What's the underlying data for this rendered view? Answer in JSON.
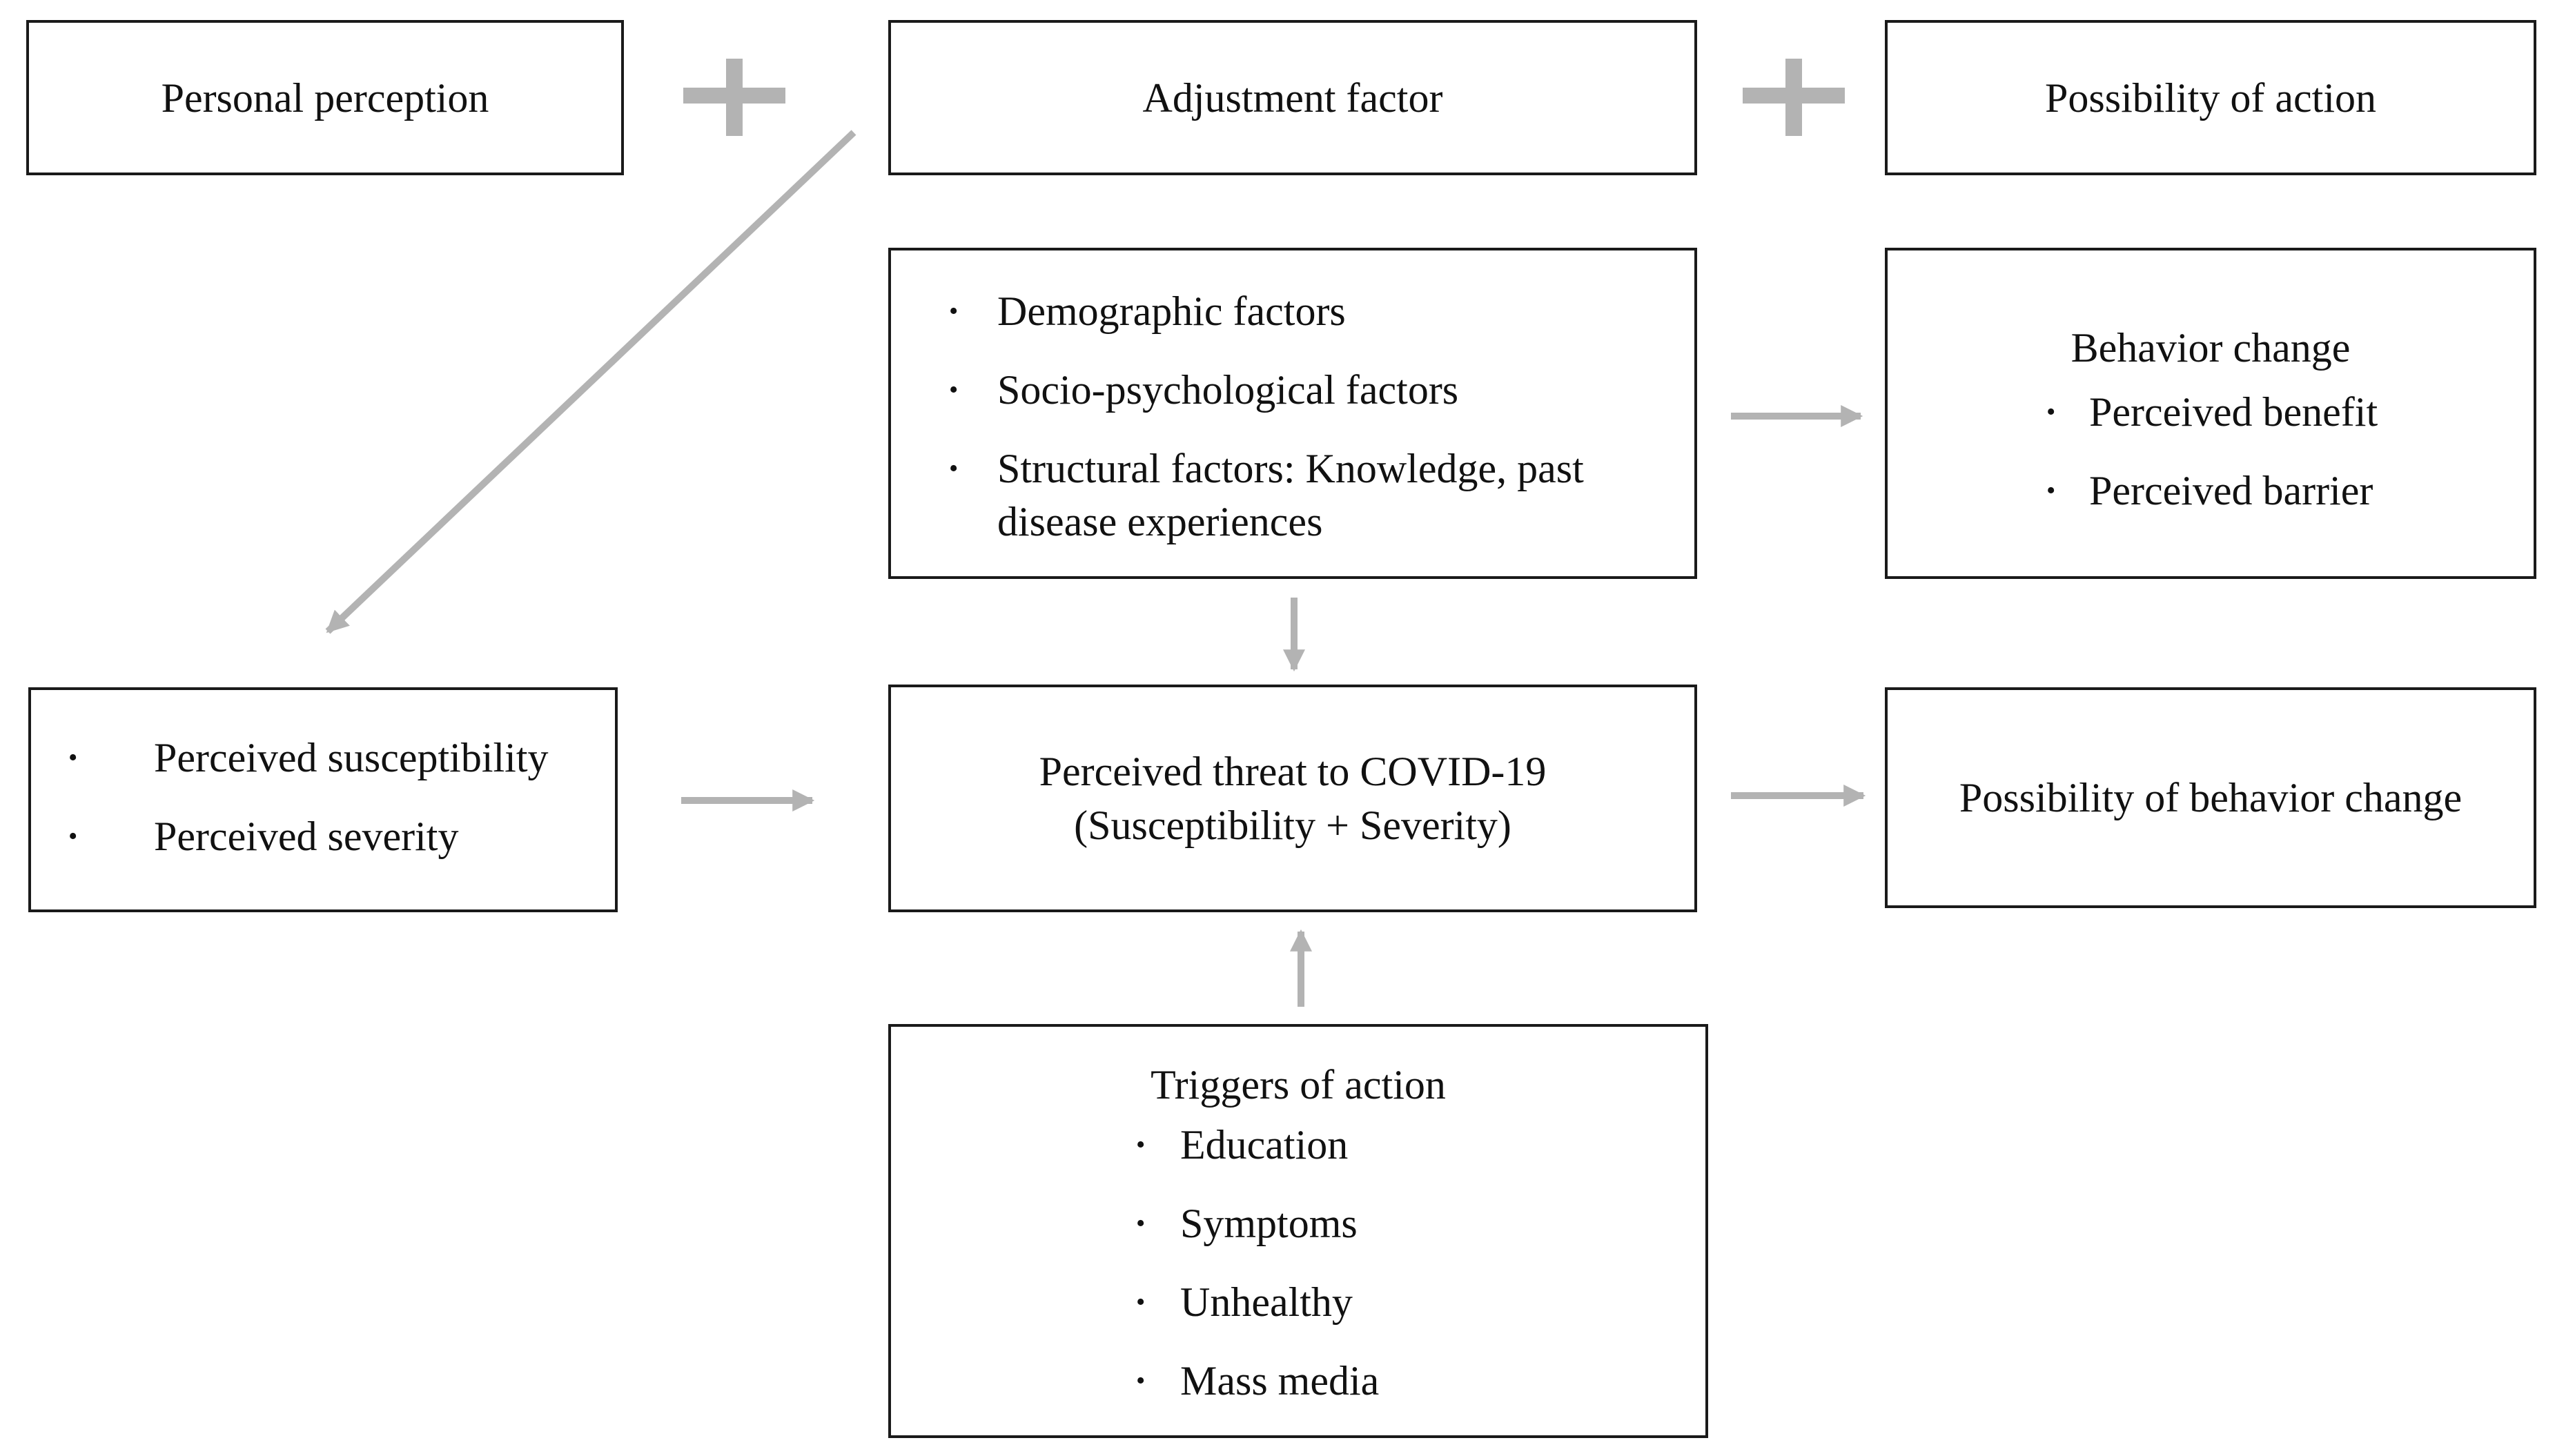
{
  "headers": {
    "personal_perception": "Personal perception",
    "adjustment_factor": "Adjustment factor",
    "possibility_of_action": "Possibility of action"
  },
  "adjustment_factors": {
    "items": [
      "Demographic factors",
      "Socio-psychological factors",
      "Structural factors: Knowledge, past disease experiences"
    ]
  },
  "behavior_change": {
    "title": "Behavior change",
    "items": [
      "Perceived benefit",
      "Perceived barrier"
    ]
  },
  "perceptions": {
    "items": [
      "Perceived susceptibility",
      "Perceived severity"
    ]
  },
  "perceived_threat": {
    "line1": "Perceived threat to COVID-19",
    "line2": "(Susceptibility + Severity)"
  },
  "possibility_of_behavior_change": "Possibility of behavior change",
  "triggers": {
    "title": "Triggers of action",
    "items": [
      "Education",
      "Symptoms",
      "Unhealthy",
      "Mass media"
    ]
  },
  "bullet_symbol": "•",
  "colors": {
    "border": "#1a1a1a",
    "connector": "#b3b3b3",
    "text": "#111111"
  }
}
